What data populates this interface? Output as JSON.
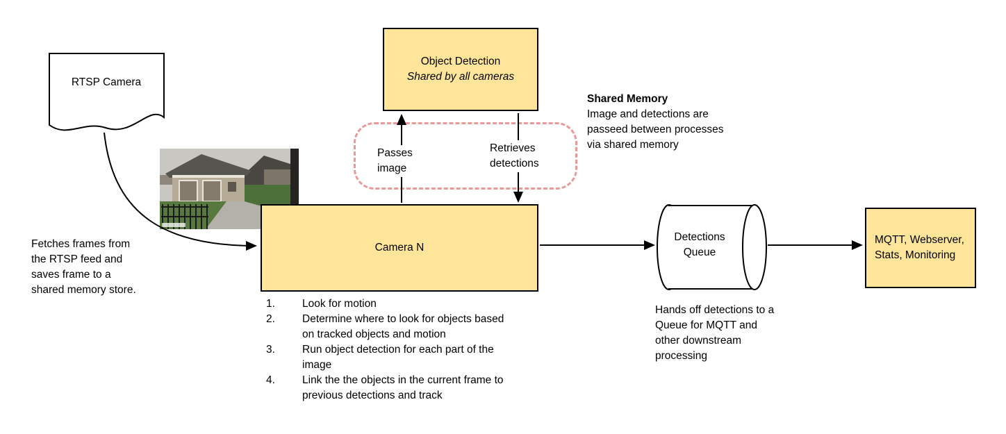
{
  "diagram": {
    "colors": {
      "box_fill": "#ffe599",
      "dashed_border": "#ea9999",
      "stroke": "#000000"
    },
    "rtsp_camera": {
      "label": "RTSP Camera"
    },
    "fetch_note": "Fetches frames from the RTSP feed and saves frame to a shared memory store.",
    "object_detection": {
      "title": "Object Detection",
      "subtitle": "Shared by all cameras"
    },
    "shared_memory_labels": {
      "passes_image": "Passes image",
      "retrieves_detections": "Retrieves detections"
    },
    "shared_memory_note": {
      "title": "Shared Memory",
      "body": "Image and detections are passeed between processes via shared memory"
    },
    "camera_n": {
      "label": "Camera N",
      "steps": [
        {
          "num": "1.",
          "text": "Look for motion"
        },
        {
          "num": "2.",
          "text": "Determine where to look for objects based on tracked objects and motion"
        },
        {
          "num": "3.",
          "text": "Run object detection for each part of the image"
        },
        {
          "num": "4.",
          "text": "Link the the objects in the current frame to previous detections and track"
        }
      ]
    },
    "detections_queue": {
      "label": "Detections Queue",
      "note": "Hands off detections to a Queue for MQTT and other downstream processing"
    },
    "outputs": {
      "label": "MQTT, Webserver, Stats, Monitoring"
    }
  }
}
